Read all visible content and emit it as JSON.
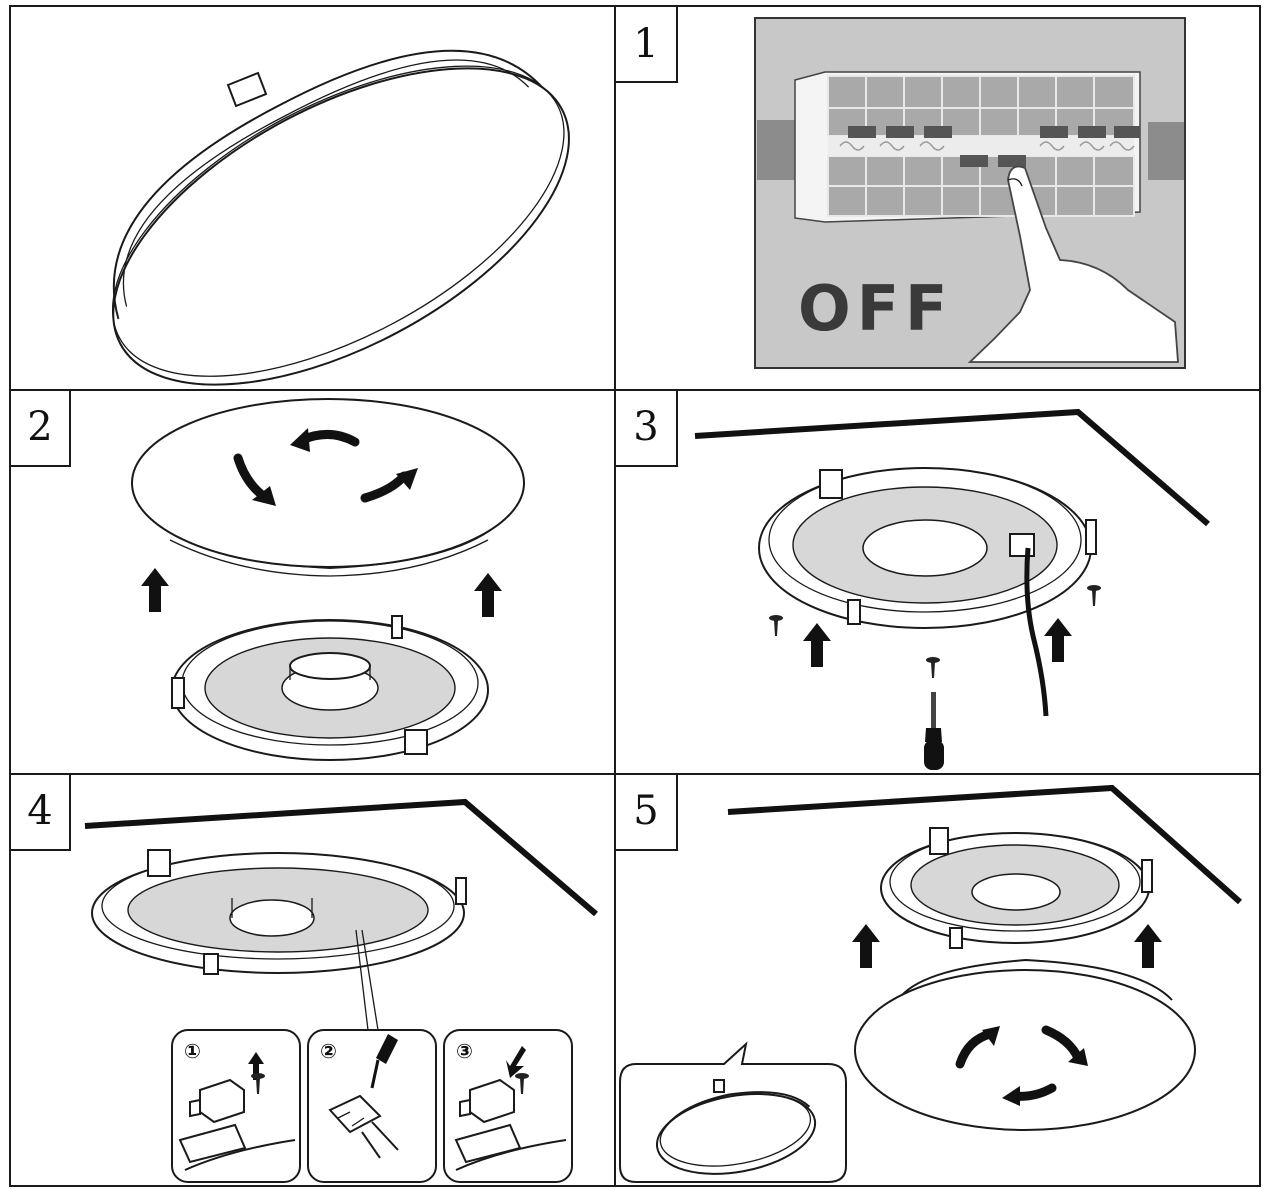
{
  "steps": [
    {
      "id": "product",
      "number": ""
    },
    {
      "id": "step-1",
      "number": "1",
      "caption": "OFF"
    },
    {
      "id": "step-2",
      "number": "2"
    },
    {
      "id": "step-3",
      "number": "3"
    },
    {
      "id": "step-4",
      "number": "4",
      "substeps": [
        "①",
        "②",
        "③"
      ]
    },
    {
      "id": "step-5",
      "number": "5"
    }
  ],
  "colors": {
    "line": "#1a1a1a",
    "panel_bg": "#c8c8c8",
    "breaker": "#a9a9a9",
    "switch": "#5a5a5a",
    "arrow": "#111111"
  },
  "icons": [
    "lamp-cover",
    "breaker-box",
    "hand-icon",
    "rotate-arrows",
    "up-arrow",
    "screw-icon",
    "screwdriver-icon",
    "mounting-plate",
    "terminal-block",
    "power-cable"
  ]
}
